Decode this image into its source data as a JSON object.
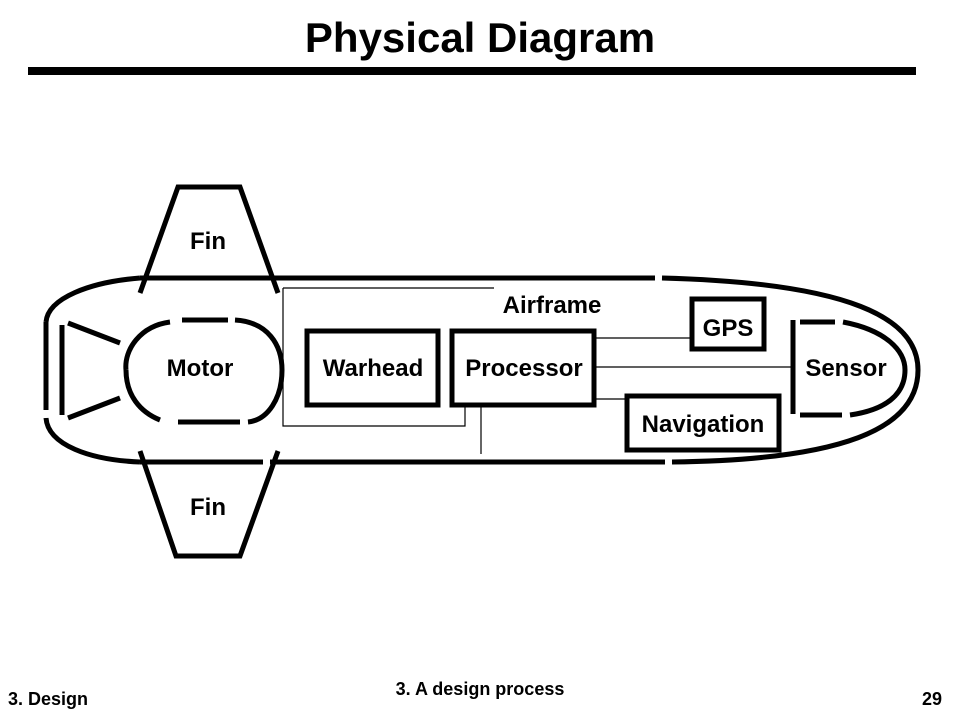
{
  "title": "Physical Diagram",
  "diagram": {
    "fin_top": "Fin",
    "fin_bottom": "Fin",
    "airframe": "Airframe",
    "motor": "Motor",
    "warhead": "Warhead",
    "processor": "Processor",
    "gps": "GPS",
    "navigation": "Navigation",
    "sensor": "Sensor"
  },
  "footer": {
    "left": "3. Design",
    "center": "3. A design process",
    "right": "29"
  }
}
